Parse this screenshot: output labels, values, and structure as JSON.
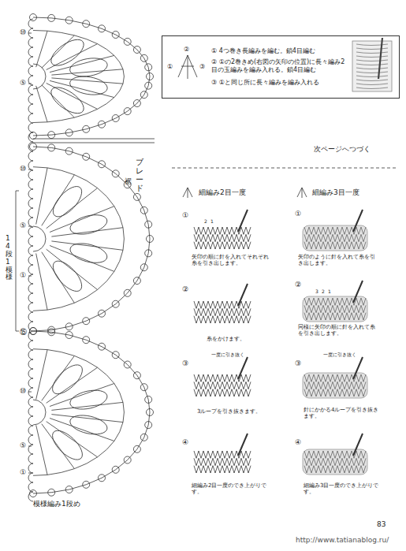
{
  "diagram": {
    "nodes": [
      {
        "text": [
          "① 4つ巻き長編みを編む。鎖4目編む",
          "② ①の2巻きめ(右図の矢印の位置)に長々編み2目の玉編みを編み入れる。鎖4目編む",
          "③ ①と同じ所に長々編みを編み入れる"
        ]
      }
    ],
    "labels": [
      "⑩",
      "⑤",
      "⑩",
      "⑤",
      "①",
      "⑮",
      "⑩",
      "⑤",
      "①",
      "14段1模様",
      "模様編み1段め",
      "ブレード",
      "裾",
      "②",
      "①",
      "③",
      "次ページへつづく",
      "細編み2目一度",
      "細編み3目一度",
      "①",
      "2",
      "1",
      "矢印の順に針を入れてそれぞれ糸を引き出します。",
      "②",
      "糸をかけます。",
      "③",
      "一度に引き抜く",
      "3ループを引き抜きます。",
      "④",
      "細編み2目一度のでき上がりです。",
      "①",
      "矢印のように針を入れて糸を引き出します。",
      "②",
      "3",
      "2",
      "1",
      "同様に矢印の順に針を入れて糸を引き出します。",
      "③",
      "一度に引き抜く",
      "針にかかる4ループを引き抜きます。",
      "④",
      "細編み3目一度のでき上がりです。",
      "83",
      "http://www.tatianablog.ru/"
    ]
  }
}
